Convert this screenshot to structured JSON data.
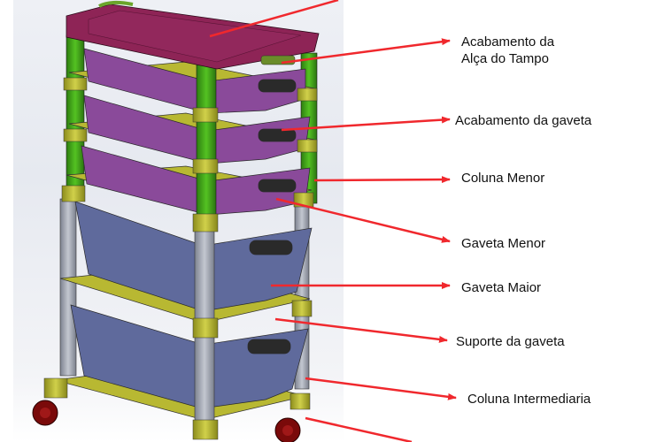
{
  "diagram": {
    "type": "annotated-cad-render",
    "subject": "drawer cart with 5 drawers on casters",
    "colors": {
      "tampo": "#8e2456",
      "gaveta_menor": "#8a4a9a",
      "gaveta_maior": "#5f6a9c",
      "suporte": "#b8b832",
      "coluna_menor": "#3fa31a",
      "coluna_intermediaria": "#9aa0ae",
      "handle": "#2a2a2a",
      "wheel": "#7a0a0a",
      "arrow": "#f0282d"
    },
    "callouts": [
      {
        "id": "acabamento-alca-tampo",
        "line1": "Acabamento da",
        "line2": "Alça do Tampo"
      },
      {
        "id": "acabamento-gaveta",
        "text": "Acabamento da gaveta"
      },
      {
        "id": "coluna-menor",
        "text": "Coluna Menor"
      },
      {
        "id": "gaveta-menor",
        "text": "Gaveta Menor"
      },
      {
        "id": "gaveta-maior",
        "text": "Gaveta Maior"
      },
      {
        "id": "suporte-gaveta",
        "text": "Suporte da gaveta"
      },
      {
        "id": "coluna-intermediaria",
        "text": "Coluna Intermediaria"
      }
    ]
  }
}
